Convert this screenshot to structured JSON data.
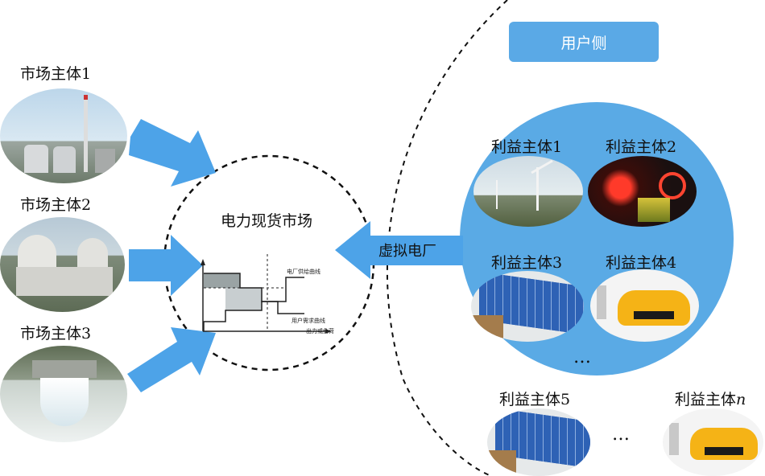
{
  "user_side": {
    "title": "用户侧"
  },
  "market": {
    "title": "电力现货市场",
    "chart_labels": {
      "supply_curve": "电厂供给曲线",
      "demand_curve": "用户需求曲线",
      "clearing": "出力或负荷"
    }
  },
  "vpp_label": "虚拟电厂",
  "market_players": [
    {
      "label": "市场主体1",
      "image": "thermal-power-plant"
    },
    {
      "label": "市场主体2",
      "image": "nuclear-power-plant"
    },
    {
      "label": "市场主体3",
      "image": "hydro-dam"
    }
  ],
  "interest_entities": [
    {
      "label": "利益主体1",
      "image": "wind-turbines"
    },
    {
      "label": "利益主体2",
      "image": "city-lights"
    },
    {
      "label": "利益主体3",
      "image": "solar-panels"
    },
    {
      "label": "利益主体4",
      "image": "electric-car"
    },
    {
      "label": "利益主体5",
      "image": "solar-panels"
    },
    {
      "label_prefix": "利益主体",
      "label_suffix": "n",
      "image": "electric-car"
    }
  ],
  "ellipsis_inner": "…",
  "ellipsis_outer": "…",
  "colors": {
    "accent_blue": "#5aa9e6",
    "arrow_blue": "#4da3e8",
    "circle_blue": "#5aaae5"
  }
}
